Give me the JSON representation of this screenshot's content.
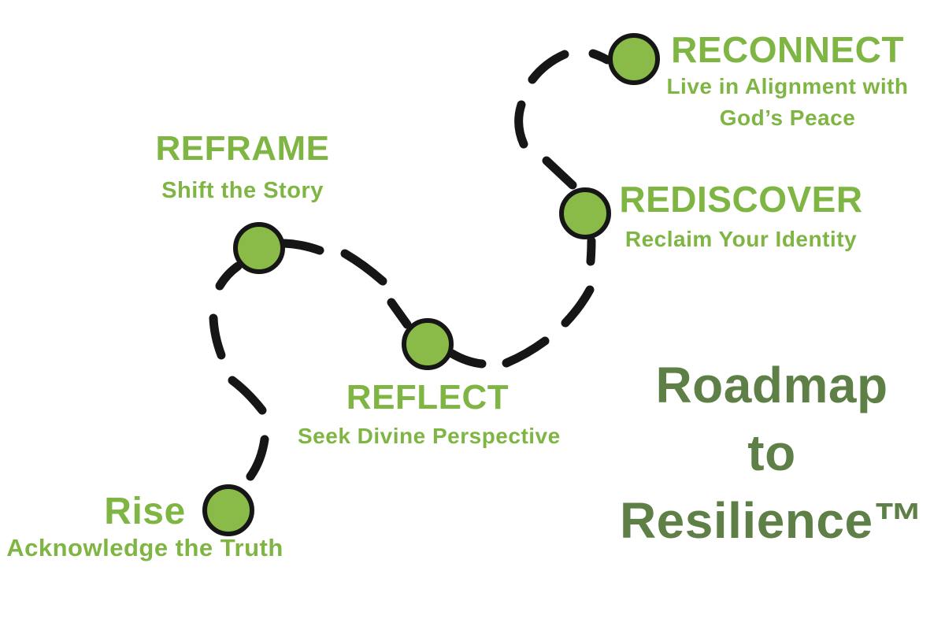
{
  "diagram_title": {
    "lines": [
      "Roadmap",
      "to",
      "Resilience™"
    ],
    "full": "Roadmap to Resilience™"
  },
  "steps": [
    {
      "id": "rise",
      "label": "Rise",
      "sublabel": "Acknowledge the Truth"
    },
    {
      "id": "reframe",
      "label": "REFRAME",
      "sublabel": "Shift the Story"
    },
    {
      "id": "reflect",
      "label": "REFLECT",
      "sublabel": "Seek Divine Perspective"
    },
    {
      "id": "rediscover",
      "label": "REDISCOVER",
      "sublabel": "Reclaim Your Identity"
    },
    {
      "id": "reconnect",
      "label": "RECONNECT",
      "sublabel_lines": [
        "Live in Alignment with",
        "God’s Peace"
      ]
    }
  ],
  "colors": {
    "bright_green_text": "#7fb543",
    "dark_green_title": "#5e8046",
    "circle_fill": "#8aba47",
    "circle_stroke": "#161616",
    "path_color": "#161616",
    "background": "#ffffff"
  }
}
